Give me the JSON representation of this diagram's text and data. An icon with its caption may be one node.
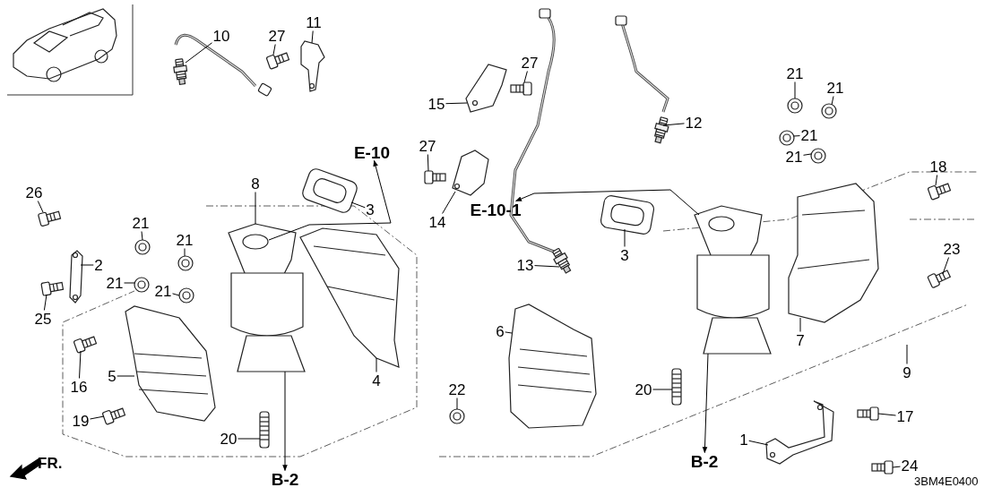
{
  "diagram": {
    "nodes": [
      {
        "text": [
          "10"
        ]
      },
      {
        "text": [
          "27"
        ]
      },
      {
        "text": [
          "11"
        ]
      },
      {
        "text": [
          "8"
        ]
      },
      {
        "text": [
          "E-10"
        ]
      },
      {
        "text": [
          "3"
        ]
      },
      {
        "text": [
          "26"
        ]
      },
      {
        "text": [
          "2"
        ]
      },
      {
        "text": [
          "25"
        ]
      },
      {
        "text": [
          "21"
        ]
      },
      {
        "text": [
          "21"
        ]
      },
      {
        "text": [
          "21"
        ]
      },
      {
        "text": [
          "21"
        ]
      },
      {
        "text": [
          "5"
        ]
      },
      {
        "text": [
          "16"
        ]
      },
      {
        "text": [
          "19"
        ]
      },
      {
        "text": [
          "4"
        ]
      },
      {
        "text": [
          "20"
        ]
      },
      {
        "text": [
          "B-2"
        ]
      },
      {
        "text": [
          "15"
        ]
      },
      {
        "text": [
          "27"
        ]
      },
      {
        "text": [
          "27"
        ]
      },
      {
        "text": [
          "14"
        ]
      },
      {
        "text": [
          "12"
        ]
      },
      {
        "text": [
          "13"
        ]
      },
      {
        "text": [
          "E-10-1"
        ]
      },
      {
        "text": [
          "3"
        ]
      },
      {
        "text": [
          "21"
        ]
      },
      {
        "text": [
          "21"
        ]
      },
      {
        "text": [
          "21"
        ]
      },
      {
        "text": [
          "21"
        ]
      },
      {
        "text": [
          "18"
        ]
      },
      {
        "text": [
          "23"
        ]
      },
      {
        "text": [
          "7"
        ]
      },
      {
        "text": [
          "6"
        ]
      },
      {
        "text": [
          "22"
        ]
      },
      {
        "text": [
          "20"
        ]
      },
      {
        "text": [
          "9"
        ]
      },
      {
        "text": [
          "B-2"
        ]
      },
      {
        "text": [
          "17"
        ]
      },
      {
        "text": [
          "1"
        ]
      },
      {
        "text": [
          "24"
        ]
      },
      {
        "text": [],
        "shape": "picture"
      },
      {
        "text": [],
        "shape": "picture"
      },
      {
        "text": [],
        "shape": "picture"
      },
      {
        "text": [],
        "shape": "picture"
      },
      {
        "text": [],
        "shape": "picture"
      },
      {
        "text": [],
        "shape": "picture"
      },
      {
        "text": [],
        "shape": "picture"
      },
      {
        "text": [],
        "shape": "picture"
      },
      {
        "text": [],
        "shape": "picture"
      },
      {
        "text": [],
        "shape": "picture"
      },
      {
        "text": [],
        "shape": "picture"
      },
      {
        "text": [],
        "shape": "picture"
      },
      {
        "text": [],
        "shape": "picture"
      },
      {
        "text": [],
        "shape": "picture"
      },
      {
        "text": [],
        "shape": "picture"
      },
      {
        "text": [],
        "shape": "picture"
      },
      {
        "text": [],
        "shape": "picture"
      },
      {
        "text": [],
        "shape": "picture"
      },
      {
        "text": [],
        "shape": "picture"
      },
      {
        "text": [],
        "shape": "picture"
      },
      {
        "text": [],
        "shape": "picture"
      },
      {
        "text": [],
        "shape": "picture"
      },
      {
        "text": [],
        "shape": "picture"
      },
      {
        "text": [],
        "shape": "picture"
      },
      {
        "text": [],
        "shape": "picture"
      },
      {
        "text": [],
        "shape": "picture"
      },
      {
        "text": [],
        "shape": "picture"
      },
      {
        "text": [],
        "shape": "picture"
      },
      {
        "text": [],
        "shape": "picture"
      },
      {
        "text": [],
        "shape": "picture"
      },
      {
        "text": [],
        "shape": "picture"
      },
      {
        "text": [],
        "shape": "picture"
      },
      {
        "text": [],
        "shape": "picture"
      },
      {
        "text": [],
        "shape": "picture"
      },
      {
        "text": [],
        "shape": "picture"
      },
      {
        "text": [],
        "shape": "picture"
      },
      {
        "text": [],
        "shape": "picture"
      },
      {
        "text": [],
        "shape": "picture"
      }
    ],
    "edges": [
      {
        "from": 0,
        "to": 42,
        "arrow": "none"
      },
      {
        "from": 1,
        "to": 43,
        "arrow": "none"
      },
      {
        "from": 2,
        "to": 44,
        "arrow": "none"
      },
      {
        "from": 3,
        "to": 45,
        "arrow": "none"
      },
      {
        "from": 45,
        "to": 4,
        "arrow": "to"
      },
      {
        "from": 5,
        "to": 46,
        "arrow": "none"
      },
      {
        "from": 6,
        "to": 47,
        "arrow": "none"
      },
      {
        "from": 7,
        "to": 48,
        "arrow": "none"
      },
      {
        "from": 8,
        "to": 49,
        "arrow": "none"
      },
      {
        "from": 9,
        "to": 50,
        "arrow": "none"
      },
      {
        "from": 10,
        "to": 51,
        "arrow": "none"
      },
      {
        "from": 11,
        "to": 52,
        "arrow": "none"
      },
      {
        "from": 12,
        "to": 53,
        "arrow": "none"
      },
      {
        "from": 13,
        "to": 54,
        "arrow": "none"
      },
      {
        "from": 14,
        "to": 55,
        "arrow": "none"
      },
      {
        "from": 15,
        "to": 56,
        "arrow": "none"
      },
      {
        "from": 16,
        "to": 57,
        "arrow": "none"
      },
      {
        "from": 17,
        "to": 58,
        "arrow": "none"
      },
      {
        "from": 45,
        "to": 18,
        "arrow": "to"
      },
      {
        "from": 19,
        "to": 59,
        "arrow": "none"
      },
      {
        "from": 20,
        "to": 60,
        "arrow": "none"
      },
      {
        "from": 21,
        "to": 61,
        "arrow": "none"
      },
      {
        "from": 22,
        "to": 62,
        "arrow": "none"
      },
      {
        "from": 23,
        "to": 63,
        "arrow": "none"
      },
      {
        "from": 24,
        "to": 64,
        "arrow": "none"
      },
      {
        "from": 79,
        "to": 25,
        "arrow": "to"
      },
      {
        "from": 26,
        "to": 65,
        "arrow": "none"
      },
      {
        "from": 27,
        "to": 66,
        "arrow": "none"
      },
      {
        "from": 28,
        "to": 67,
        "arrow": "none"
      },
      {
        "from": 29,
        "to": 68,
        "arrow": "none"
      },
      {
        "from": 30,
        "to": 69,
        "arrow": "none"
      },
      {
        "from": 31,
        "to": 70,
        "arrow": "none"
      },
      {
        "from": 32,
        "to": 71,
        "arrow": "none"
      },
      {
        "from": 33,
        "to": 72,
        "arrow": "none"
      },
      {
        "from": 34,
        "to": 73,
        "arrow": "none"
      },
      {
        "from": 35,
        "to": 74,
        "arrow": "none"
      },
      {
        "from": 36,
        "to": 75,
        "arrow": "none"
      },
      {
        "from": 37,
        "to": null,
        "arrow": "none"
      },
      {
        "from": 79,
        "to": 38,
        "arrow": "to"
      },
      {
        "from": 39,
        "to": 77,
        "arrow": "none"
      },
      {
        "from": 40,
        "to": 76,
        "arrow": "none"
      },
      {
        "from": 41,
        "to": 78,
        "arrow": "none"
      }
    ],
    "labels": [
      "FR.",
      "3BM4E0400"
    ]
  }
}
